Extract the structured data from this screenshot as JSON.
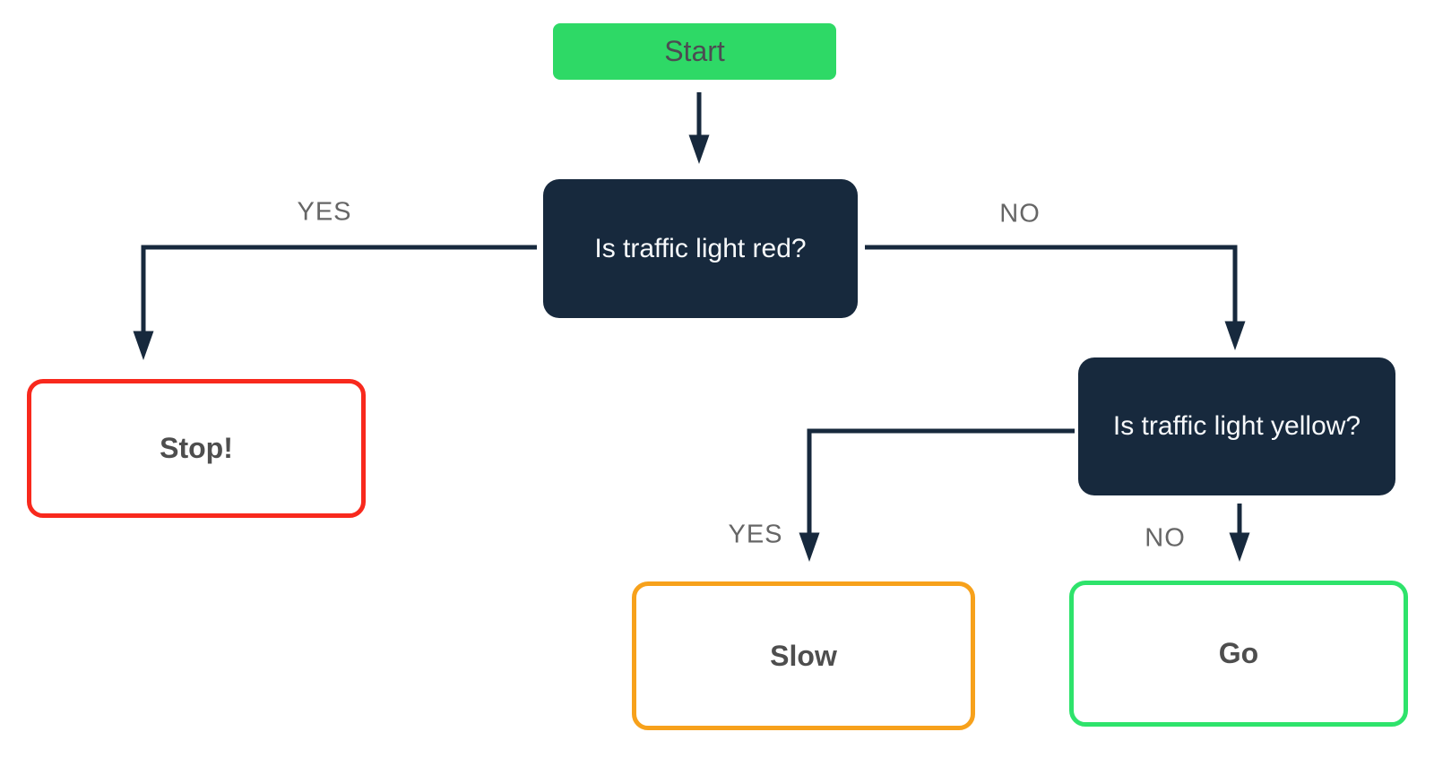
{
  "diagram": {
    "background": "#ffffff",
    "connector_color": "#17293d",
    "edge_label_color": "#666666",
    "nodes": {
      "start": {
        "label": "Start",
        "shape": "rounded-rect",
        "fill": "#2ed966",
        "text_color": "#4c4c52"
      },
      "q_red": {
        "label": "Is traffic light red?",
        "shape": "rounded-rect",
        "fill": "#17293d",
        "text_color": "#f7f9fb"
      },
      "stop": {
        "label": "Stop!",
        "shape": "outlined-rect",
        "border_color": "#f8291d",
        "text_color": "#4e4e4e"
      },
      "q_yellow": {
        "label": "Is traffic light yellow?",
        "shape": "rounded-rect",
        "fill": "#17293d",
        "text_color": "#f7f9fb"
      },
      "slow": {
        "label": "Slow",
        "shape": "outlined-rect",
        "border_color": "#f7a11b",
        "text_color": "#4e4e4e"
      },
      "go": {
        "label": "Go",
        "shape": "outlined-rect",
        "border_color": "#2ee36b",
        "text_color": "#4e4e4e"
      }
    },
    "edges": [
      {
        "from": "start",
        "to": "q_red",
        "label": ""
      },
      {
        "from": "q_red",
        "to": "stop",
        "label": "YES"
      },
      {
        "from": "q_red",
        "to": "q_yellow",
        "label": "NO"
      },
      {
        "from": "q_yellow",
        "to": "slow",
        "label": "YES"
      },
      {
        "from": "q_yellow",
        "to": "go",
        "label": "NO"
      }
    ]
  }
}
